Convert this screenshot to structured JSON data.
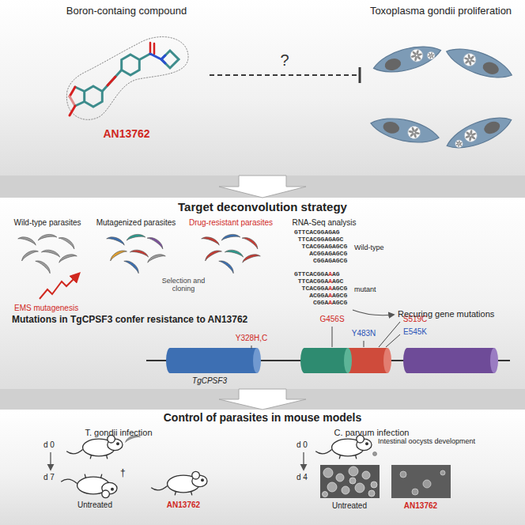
{
  "diagram": {
    "nodes": [
      {
        "text": []
      },
      {
        "text": [
          "Boron-containg compound",
          "AN13762"
        ],
        "in": 0
      },
      {
        "text": [
          "Toxoplasma gondii proliferation"
        ],
        "in": 0
      },
      {
        "text": [
          "Target deconvolution strategy"
        ]
      },
      {
        "text": [
          "Control of parasites in mouse models"
        ]
      }
    ],
    "edges": [
      {
        "from": 1,
        "to": 2,
        "label": "?",
        "arrow": "to"
      },
      {
        "from": 0,
        "to": 3,
        "arrow": "to"
      },
      {
        "from": 3,
        "to": 4,
        "arrow": "to"
      }
    ],
    "labels": [
      "Wild-type parasites",
      "Mutagenized parasites",
      "Drug-resistant parasites",
      "RNA-Seq analysis",
      "EMS mutagenesis",
      "Selection and cloning",
      "GTTCACGGAGAG",
      "TTCACGGAGAGC",
      "TCACGGAGAGCG",
      "ACGGAGAGCG",
      "CGGAGAGCG",
      "GTTCACGGAAAG",
      "TTCACGGAAAGC",
      "TCACGGAAAGCG",
      "ACGGAAAGCG",
      "CGGAAAGCG",
      "Wild-type",
      "mutant",
      "Recuring gene mutations",
      "Mutations in TgCPSF3 confer resistance to AN13762",
      "Y328H,C",
      "G456S",
      "Y483N",
      "S519C",
      "E545K",
      "TgCPSF3",
      "T. gondii infection",
      "d 0",
      "d 7",
      "†",
      "Untreated",
      "AN13762",
      "C. parvum infection",
      "d 0",
      "Intestinal oocysts development",
      "d 4",
      "Untreated",
      "AN13762"
    ]
  }
}
